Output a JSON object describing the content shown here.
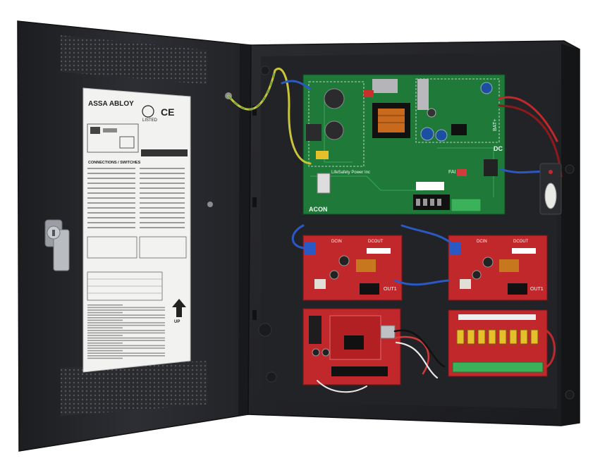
{
  "door_label": {
    "brand": "ASSA ABLOY",
    "listed": "LISTED",
    "ce": "CE",
    "section_heading": "CONNECTIONS / SWITCHES",
    "up_label": "UP"
  },
  "main_board": {
    "name": "LifeSafety Power Inc",
    "ac_label": "ACON",
    "dc_label": "DC",
    "bat_label": "BAT+",
    "fai_label": "FAI"
  },
  "converter_left": {
    "dcin_label": "DCIN",
    "dcout_label": "DCOUT",
    "out_label": "OUT1"
  },
  "converter_right": {
    "dcin_label": "DCIN",
    "dcout_label": "DCOUT",
    "out_label": "OUT1"
  },
  "colors": {
    "cabinet": "#1e1f22",
    "door": "#26272b",
    "pcb_green": "#1f7a3a",
    "pcb_red": "#c0282c",
    "wire_blue": "#2b59c3",
    "wire_green_yellow": "#c9c43a"
  }
}
